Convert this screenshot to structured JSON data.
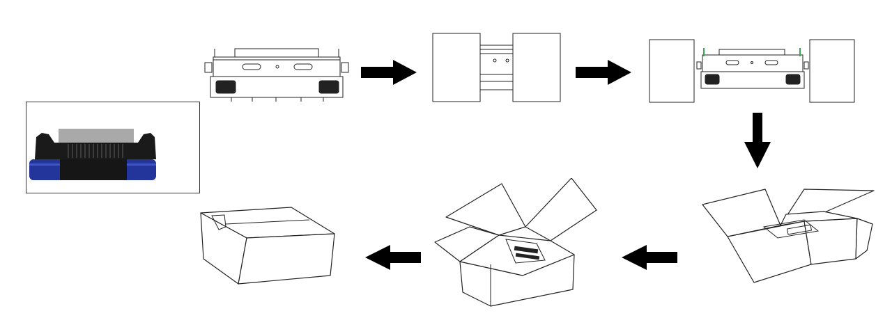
{
  "colors": {
    "background": "#ffffff",
    "line": "#222222",
    "arrow": "#000000",
    "product_body": "#1a1a1a",
    "product_band": "#23349a",
    "product_lens": "#a9a9a9",
    "bracket_accent": "#3aa655"
  },
  "steps": [
    {
      "id": "product-photo",
      "icon": "product-photo-icon"
    },
    {
      "id": "fixture",
      "icon": "fixture-icon"
    },
    {
      "id": "fixture-with-end-pads",
      "icon": "end-pads-icon"
    },
    {
      "id": "fixture-with-side-pads",
      "icon": "side-pads-icon"
    },
    {
      "id": "box-open-empty",
      "icon": "open-box-icon"
    },
    {
      "id": "box-open-loaded",
      "icon": "open-box-loaded-icon"
    },
    {
      "id": "box-closed",
      "icon": "closed-box-icon"
    }
  ],
  "arrows": [
    {
      "from": "fixture",
      "to": "fixture-with-end-pads",
      "direction": "right"
    },
    {
      "from": "fixture-with-end-pads",
      "to": "fixture-with-side-pads",
      "direction": "right"
    },
    {
      "from": "fixture-with-side-pads",
      "to": "box-open-empty",
      "direction": "down"
    },
    {
      "from": "box-open-empty",
      "to": "box-open-loaded",
      "direction": "left"
    },
    {
      "from": "box-open-loaded",
      "to": "box-closed",
      "direction": "left"
    }
  ]
}
